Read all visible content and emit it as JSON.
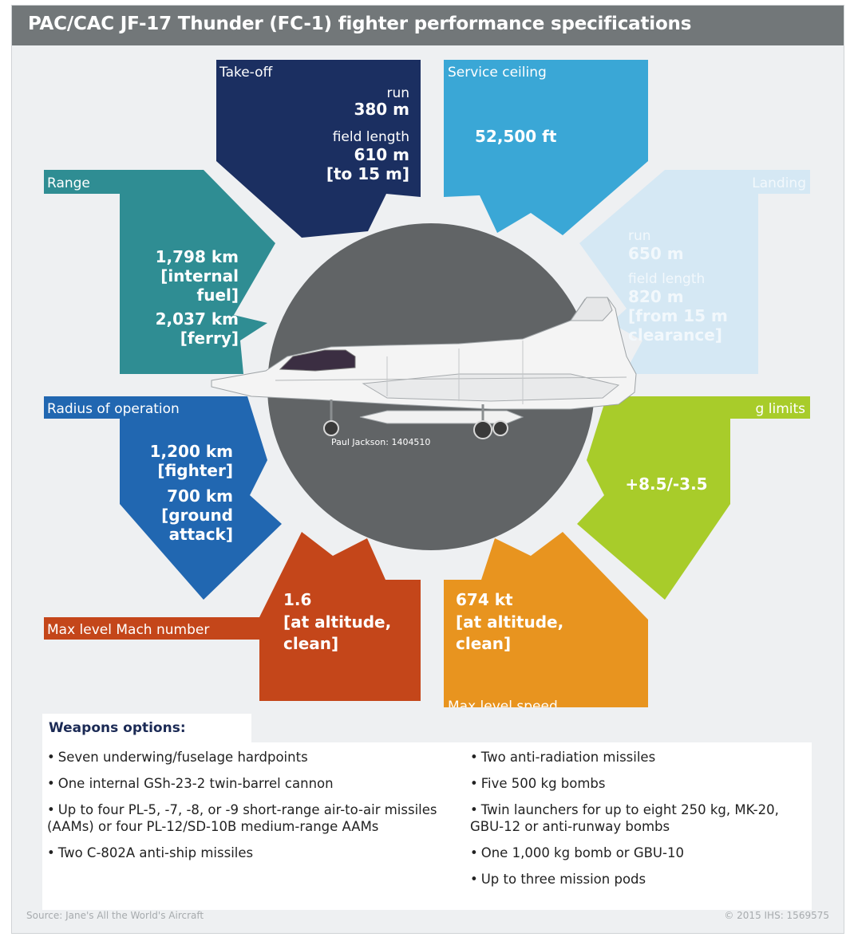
{
  "title": "PAC/CAC JF-17 Thunder (FC-1) fighter performance specifications",
  "segments": {
    "takeoff": {
      "label": "Take-off",
      "run_label": "run",
      "run": "380 m",
      "field_label": "field length",
      "field": "610 m",
      "field_note": "[to 15 m]",
      "color": "#1b2f61"
    },
    "ceiling": {
      "label": "Service ceiling",
      "value": "52,500 ft",
      "color": "#3aa7d6"
    },
    "landing": {
      "label": "Landing",
      "run_label": "run",
      "run": "650 m",
      "field_label": "field length",
      "field": "820 m",
      "field_note_1": "[from 15 m",
      "field_note_2": "clearance]",
      "color": "#d5e8f4"
    },
    "glimits": {
      "label": "g limits",
      "value": "+8.5/-3.5",
      "color": "#a8cc2a"
    },
    "speed": {
      "label": "Max level speed",
      "line1": "674 kt",
      "line2": "[at altitude,",
      "line3": "clean]",
      "color": "#e8941f"
    },
    "mach": {
      "label": "Max level Mach number",
      "line1": "1.6",
      "line2": "[at altitude,",
      "line3": "clean]",
      "color": "#c4461a"
    },
    "radius": {
      "label": "Radius of operation",
      "line1": "1,200 km",
      "line2": "[fighter]",
      "line3": "700 km",
      "line4": "[ground",
      "line5": "attack]",
      "color": "#2167b1"
    },
    "range": {
      "label": "Range",
      "line1": "1,798 km",
      "line2": "[internal",
      "line3": "fuel]",
      "line4": "2,037 km",
      "line5": "[ferry]",
      "color": "#2f8d93"
    }
  },
  "photo_credit": "Paul Jackson: 1404510",
  "weapons": {
    "title": "Weapons options:",
    "left": [
      "Seven underwing/fuselage hardpoints",
      "One internal GSh-23-2 twin-barrel cannon",
      "Up to four PL-5, -7, -8, or -9 short-range air-to-air missiles (AAMs) or four PL-12/SD-10B medium-range AAMs",
      "Two C-802A anti-ship missiles"
    ],
    "right": [
      "Two anti-radiation missiles",
      "Five 500 kg bombs",
      "Twin launchers for up to eight 250 kg, MK-20, GBU-12 or anti-runway bombs",
      "One 1,000 kg bomb or GBU-10",
      "Up to three mission pods"
    ]
  },
  "source": "Source: Jane's All the World's Aircraft",
  "copyright": "© 2015 IHS: 1569575"
}
